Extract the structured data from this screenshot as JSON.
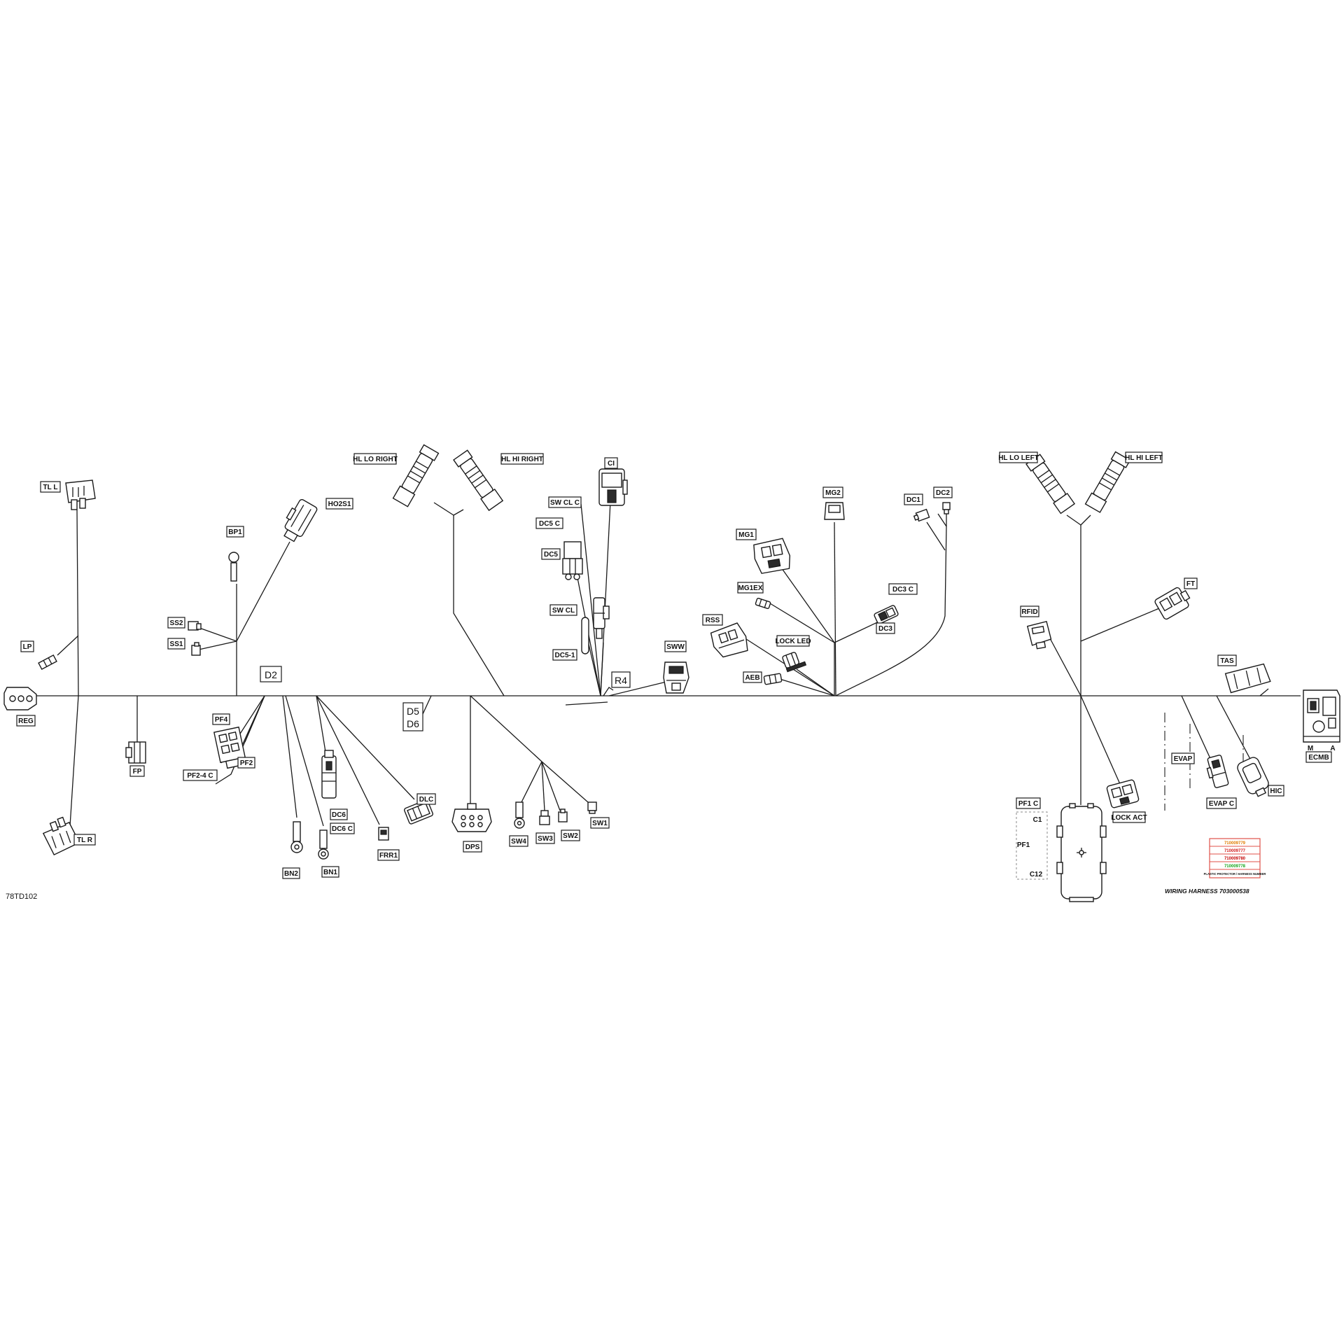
{
  "figure_code": "78TD102",
  "harness": {
    "label": "WIRING HARNESS",
    "number": "703000538"
  },
  "legend_codes": [
    {
      "text": "710009779",
      "color": "#e07b00"
    },
    {
      "text": "710009777",
      "color": "#d11a1a"
    },
    {
      "text": "710009780",
      "color": "#c40000"
    },
    {
      "text": "710009778",
      "color": "#13a51a"
    },
    {
      "text": "PLASTIC PROTECTOR / HARNESS NUMBER",
      "color": "#111111"
    }
  ],
  "connectors": {
    "TLL": "TL L",
    "TLR": "TL R",
    "LP": "LP",
    "REG": "REG",
    "FP": "FP",
    "SS2": "SS2",
    "SS1": "SS1",
    "BP1": "BP1",
    "HO2S1": "HO2S1",
    "PF4": "PF4",
    "PF2": "PF2",
    "PF24C": "PF2-4 C",
    "BN2": "BN2",
    "BN1": "BN1",
    "DC6": "DC6",
    "DC6C": "DC6 C",
    "FRR1": "FRR1",
    "DLC": "DLC",
    "DPS": "DPS",
    "HLLORIGHT": "HL LO RIGHT",
    "HLHIRIGHT": "HL HI RIGHT",
    "SW4": "SW4",
    "SW3": "SW3",
    "SW2": "SW2",
    "SW1": "SW1",
    "CI": "CI",
    "SWCLC": "SW CL C",
    "DC5C": "DC5 C",
    "DC5": "DC5",
    "SWCL": "SW CL",
    "DC51": "DC5-1",
    "SWW": "SWW",
    "MG1": "MG1",
    "MG1EX": "MG1EX",
    "MG2": "MG2",
    "RSS": "RSS",
    "LOCKLED": "LOCK LED",
    "AEB": "AEB",
    "DC1": "DC1",
    "DC2": "DC2",
    "DC3C": "DC3 C",
    "DC3": "DC3",
    "HLLOLEFT": "HL LO LEFT",
    "HLHILEFT": "HL HI LEFT",
    "RFID": "RFID",
    "FT": "FT",
    "PF1C": "PF1 C",
    "PF1": "PF1",
    "C1": "C1",
    "C12": "C12",
    "LOCKACT": "LOCK ACT",
    "TAS": "TAS",
    "EVAP": "EVAP",
    "EVAPC": "EVAP C",
    "HIC": "HIC",
    "ECMB": "ECMB",
    "M": "M",
    "A": "A"
  },
  "markers": {
    "D2": "D2",
    "D5": "D5",
    "D6": "D6",
    "R4": "R4"
  }
}
